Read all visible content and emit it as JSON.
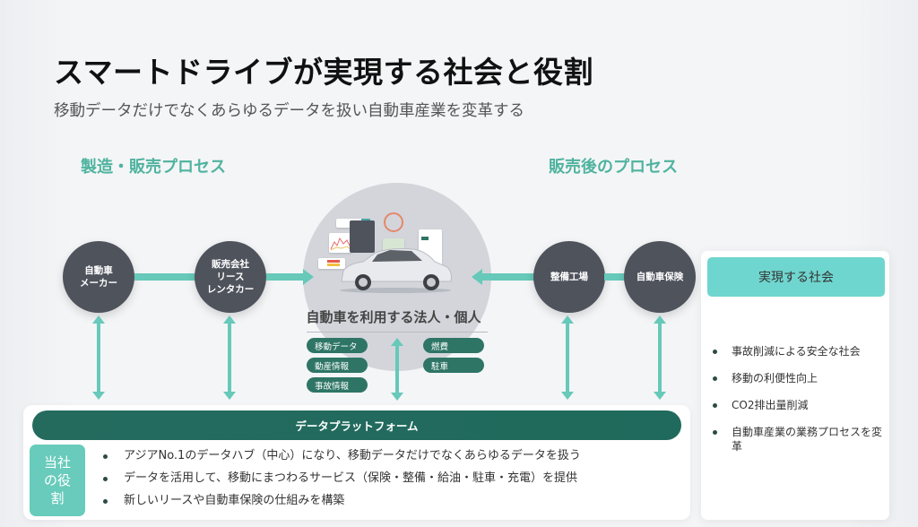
{
  "title": "スマートドライブが実現する社会と役割",
  "subtitle": "移動データだけでなくあらゆるデータを扱い自動車産業を変革する",
  "sections": {
    "left": "製造・販売プロセス",
    "right": "販売後のプロセス"
  },
  "nodes": {
    "maker": [
      "自動車",
      "メーカー"
    ],
    "dealer": [
      "販売会社",
      "リース",
      "レンタカー"
    ],
    "repair": [
      "整備工場"
    ],
    "insurance": [
      "自動車保険"
    ]
  },
  "center": {
    "label": "自動車を利用する法人・個人",
    "pills_left": [
      "移動データ",
      "動産情報",
      "事故情報"
    ],
    "pills_right": [
      "燃費",
      "駐車"
    ]
  },
  "platform": {
    "label": "データプラットフォーム",
    "role_title": [
      "当社",
      "の役",
      "割"
    ],
    "roles": [
      "アジアNo.1のデータハブ（中心）になり、移動データだけでなくあらゆるデータを扱う",
      "データを活用して、移動にまつわるサービス（保険・整備・給油・駐車・充電）を提供",
      "新しいリースや自動車保険の仕組みを構築"
    ]
  },
  "society": {
    "title": "実現する社会",
    "items": [
      "事故削減による安全な社会",
      "移動の利便性向上",
      "CO2排出量削減",
      "自動車産業の業務プロセスを変革"
    ]
  },
  "colors": {
    "accent": "#66c9b9",
    "section_text": "#4fb39f",
    "node": "#4f535c",
    "platform": "#246b5e",
    "pill": "#2e7566",
    "society_head": "#6fd6cf"
  }
}
